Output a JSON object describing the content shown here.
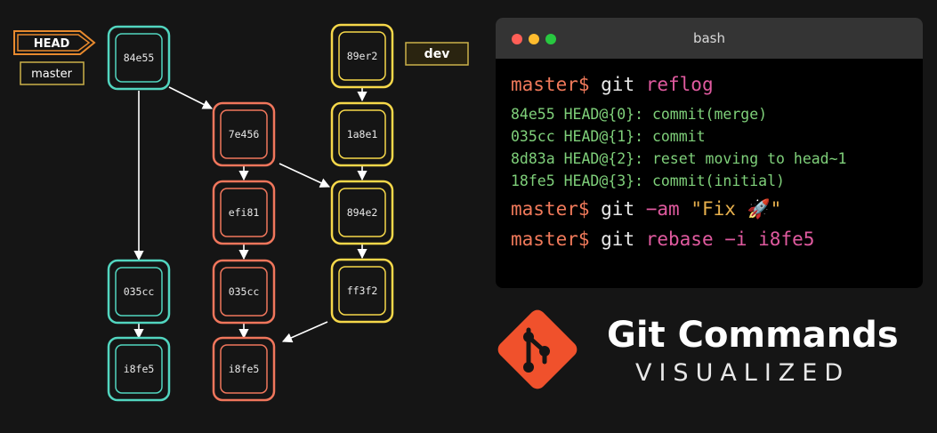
{
  "colors": {
    "background": "#151515",
    "teal": "#52d6c0",
    "coral": "#f0765c",
    "yellow": "#f6d84a",
    "label_orange": "#e88a2e",
    "label_yellow": "#cbb24a",
    "git_logo": "#f0512c",
    "output_green": "#7fd07a",
    "prompt_coral": "#f0795a",
    "keyword_pink": "#e05a9f",
    "string_orange": "#e7b04d"
  },
  "labels": {
    "head": "HEAD",
    "master": "master",
    "dev": "dev"
  },
  "commits": {
    "master": [
      "84e55",
      "035cc",
      "i8fe5"
    ],
    "feature": [
      "7e456",
      "efi81",
      "035cc",
      "i8fe5"
    ],
    "dev": [
      "89er2",
      "1a8e1",
      "894e2",
      "ff3f2"
    ]
  },
  "terminal": {
    "title": "bash",
    "prompt": "master$",
    "command_1": {
      "git": " git",
      "sub": " reflog"
    },
    "reflog_output": [
      "84e55 HEAD@{0}: commit(merge)",
      "035cc HEAD@{1}: commit",
      "8d83a HEAD@{2}: reset moving to head~1",
      "18fe5 HEAD@{3}: commit(initial)"
    ],
    "command_2": {
      "git": " git",
      "sub": " −am",
      "msg": " \"Fix 🚀\""
    },
    "command_3": {
      "git": " git",
      "sub": " rebase −i i8fe5"
    }
  },
  "brand": {
    "title": "Git Commands",
    "subtitle": "VISUALIZED"
  }
}
